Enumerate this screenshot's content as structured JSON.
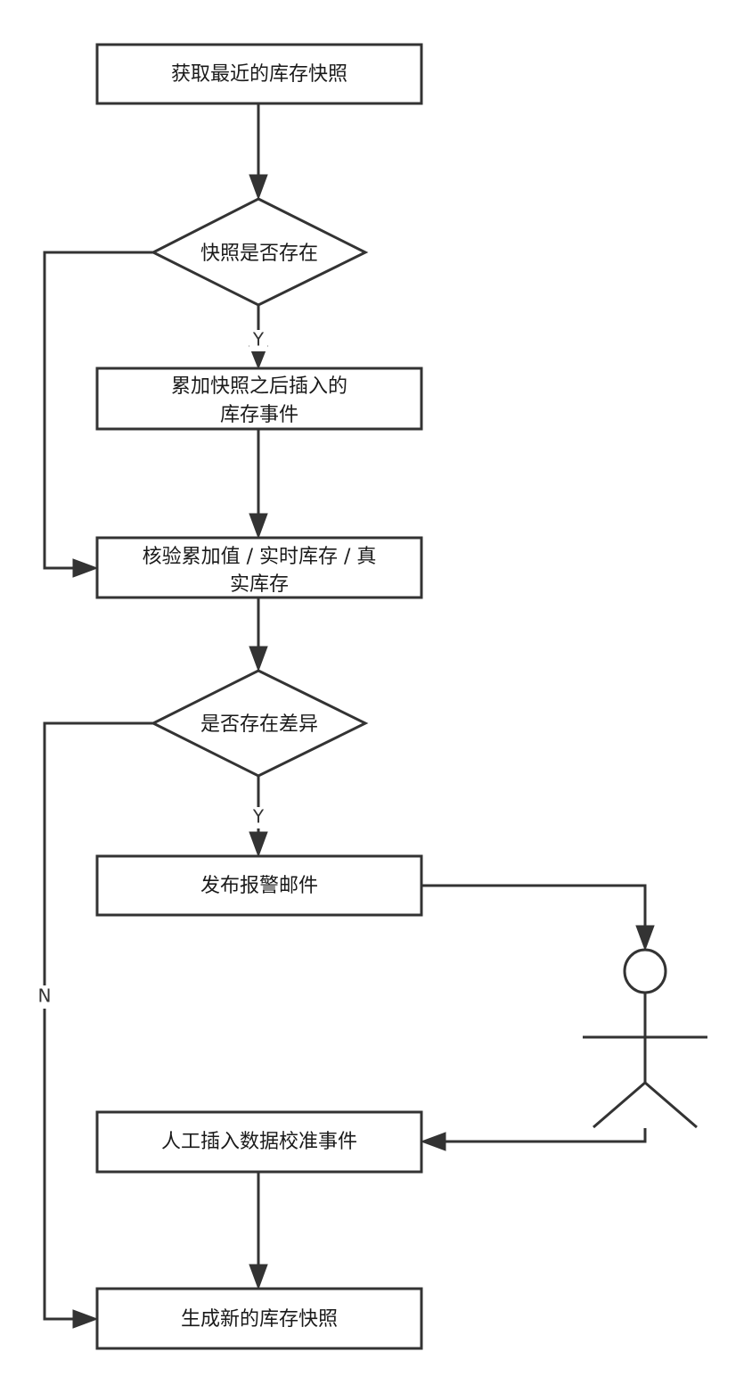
{
  "nodes": {
    "get_snapshot": {
      "shape": "rect",
      "lines": [
        "获取最近的库存快照"
      ]
    },
    "snapshot_exists": {
      "shape": "diamond",
      "lines": [
        "快照是否存在"
      ]
    },
    "accumulate": {
      "shape": "rect",
      "lines": [
        "累加快照之后插入的",
        "库存事件"
      ]
    },
    "verify": {
      "shape": "rect",
      "lines": [
        "核验累加值 / 实时库存 / 真",
        "实库存"
      ]
    },
    "has_diff": {
      "shape": "diamond",
      "lines": [
        "是否存在差异"
      ]
    },
    "send_alert": {
      "shape": "rect",
      "lines": [
        "发布报警邮件"
      ]
    },
    "manual_insert": {
      "shape": "rect",
      "lines": [
        "人工插入数据校准事件"
      ]
    },
    "new_snapshot": {
      "shape": "rect",
      "lines": [
        "生成新的库存快照"
      ]
    }
  },
  "actor": {
    "name": ""
  },
  "edges": [
    {
      "from": "get_snapshot",
      "to": "snapshot_exists",
      "label": ""
    },
    {
      "from": "snapshot_exists",
      "to": "accumulate",
      "label": "Y"
    },
    {
      "from": "snapshot_exists",
      "to": "verify",
      "label": ""
    },
    {
      "from": "accumulate",
      "to": "verify",
      "label": ""
    },
    {
      "from": "verify",
      "to": "has_diff",
      "label": ""
    },
    {
      "from": "has_diff",
      "to": "send_alert",
      "label": "Y"
    },
    {
      "from": "has_diff",
      "to": "new_snapshot",
      "label": "N"
    },
    {
      "from": "send_alert",
      "to": "actor",
      "label": ""
    },
    {
      "from": "actor",
      "to": "manual_insert",
      "label": ""
    },
    {
      "from": "manual_insert",
      "to": "new_snapshot",
      "label": ""
    }
  ]
}
